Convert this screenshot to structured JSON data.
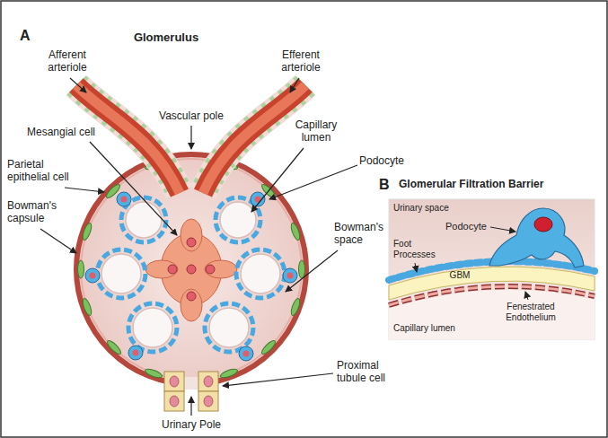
{
  "diagram": {
    "labels": [
      "A",
      "Glomerulus",
      "Afferent arteriole",
      "Efferent arteriole",
      "Vascular pole",
      "Mesangial cell",
      "Capillary lumen",
      "Parietal epithelial cell",
      "Podocyte",
      "Bowman's capsule",
      "Bowman's space",
      "Proximal tubule cell",
      "Urinary Pole",
      "B",
      "Glomerular Filtration Barrier",
      "Urinary space",
      "Podocyte",
      "Foot Processes",
      "GBM",
      "Capillary lumen",
      "Fenestrated Endothelium"
    ]
  }
}
